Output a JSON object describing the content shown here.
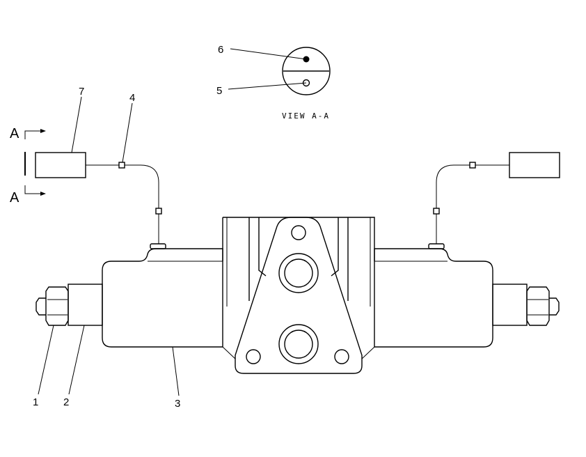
{
  "view_label": "VIEW A-A",
  "section_marks": {
    "top": "A",
    "bottom": "A"
  },
  "callouts": {
    "c1": "1",
    "c2": "2",
    "c3": "3",
    "c4": "4",
    "c5": "5",
    "c6": "6",
    "c7": "7"
  }
}
